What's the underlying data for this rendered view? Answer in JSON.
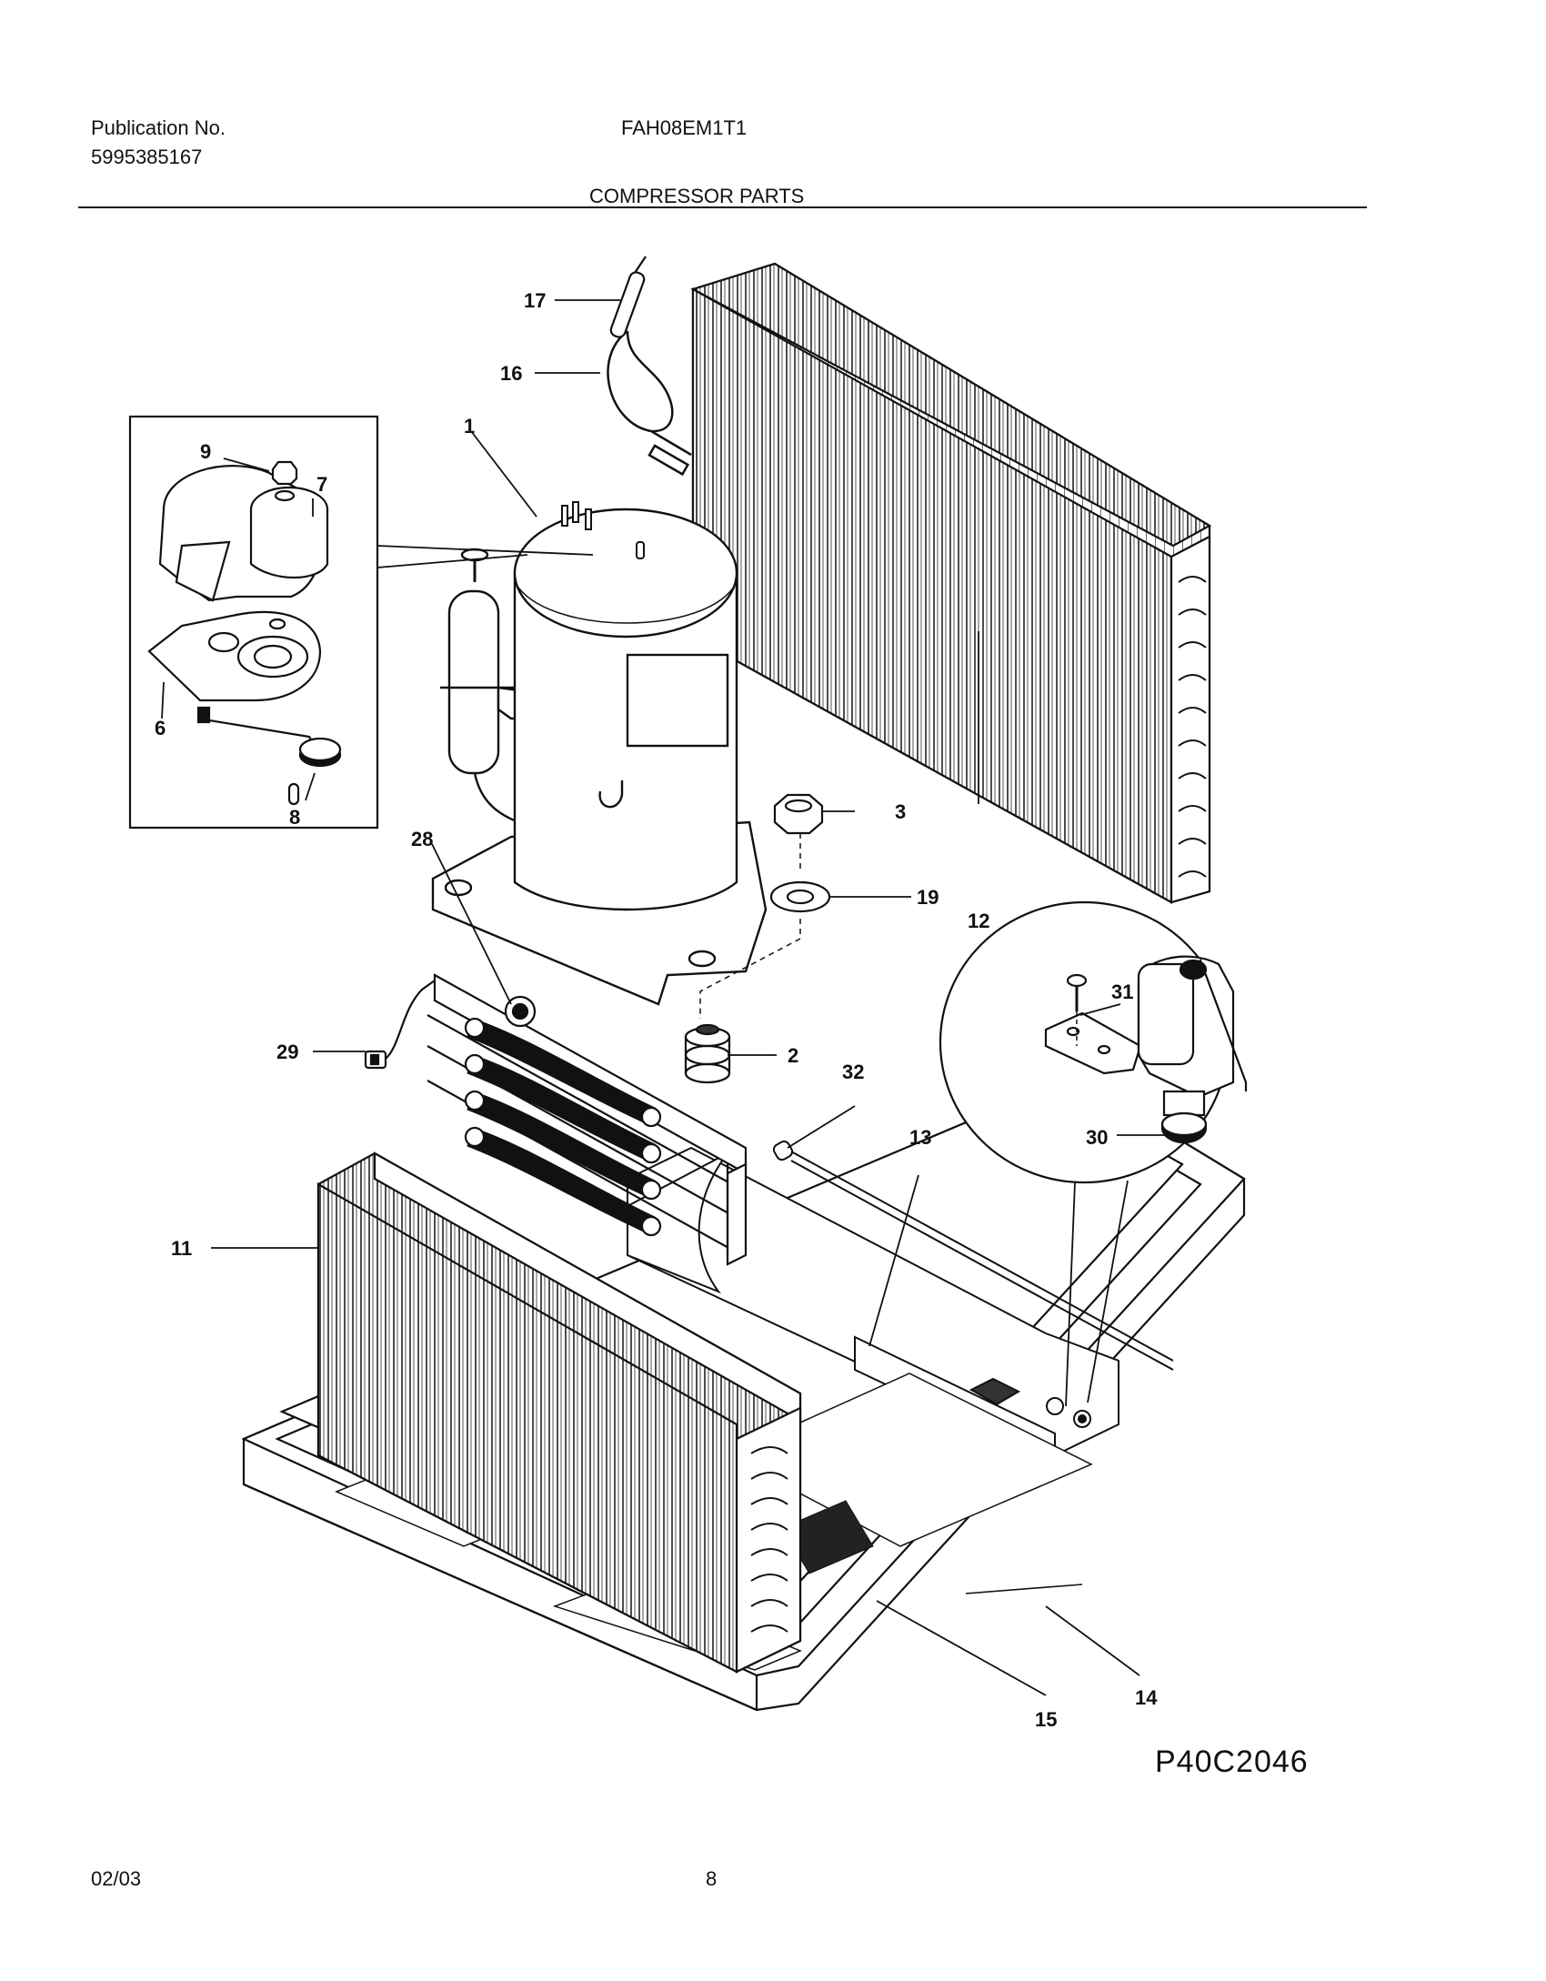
{
  "header": {
    "publication_label": "Publication No.",
    "publication_number": "5995385167",
    "model": "FAH08EM1T1",
    "section_title": "COMPRESSOR PARTS"
  },
  "diagram": {
    "figure_code": "P40C2046",
    "callouts": {
      "c1": "1",
      "c2": "2",
      "c3": "3",
      "c6": "6",
      "c7": "7",
      "c8": "8",
      "c9": "9",
      "c11": "11",
      "c12": "12",
      "c13": "13",
      "c14": "14",
      "c15": "15",
      "c16": "16",
      "c17": "17",
      "c19": "19",
      "c28": "28",
      "c29": "29",
      "c30": "30",
      "c31": "31",
      "c32": "32"
    }
  },
  "footer": {
    "date": "02/03",
    "page": "8"
  }
}
